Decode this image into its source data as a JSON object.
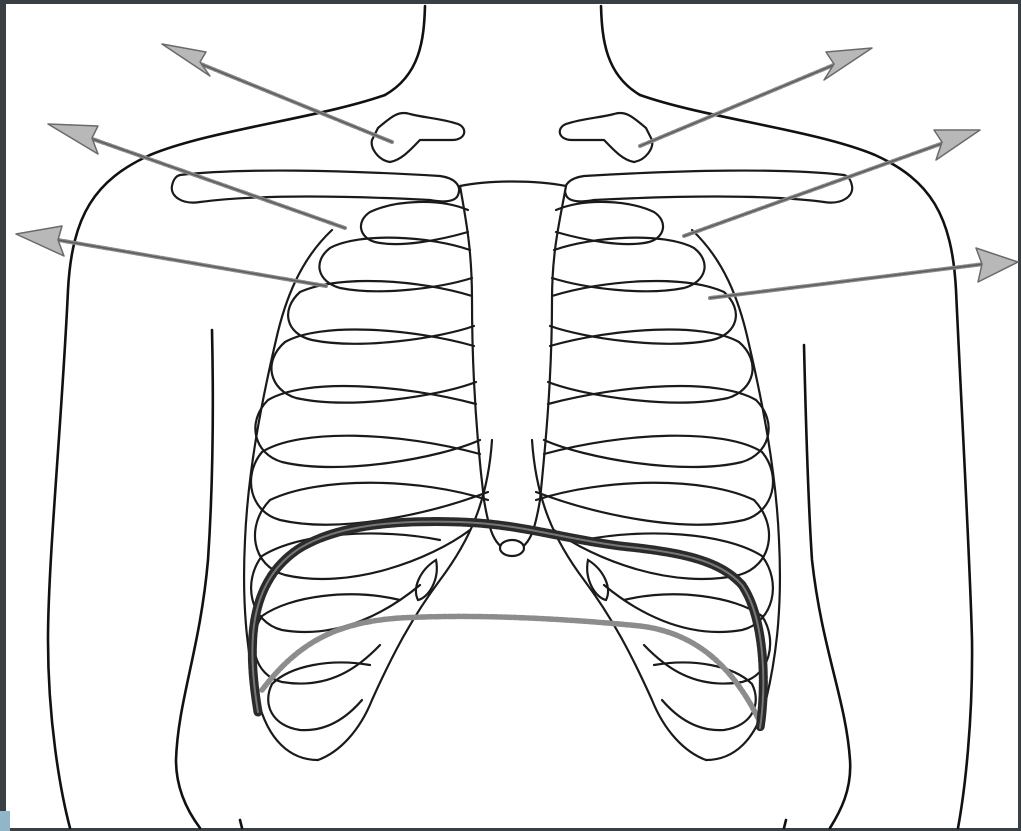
{
  "figure": {
    "colors": {
      "background_frame": "#3a3f44",
      "canvas": "#ffffff",
      "line": "#111111",
      "arrow_gray": "#8a8a8a",
      "diaphragm_dark": "#2b2b2b",
      "diaphragm_light": "#8c8c8c"
    },
    "elements": [
      "body-outline",
      "clavicles",
      "sternum",
      "rib-cage",
      "expansion-arrows",
      "diaphragm-contracted",
      "diaphragm-relaxed"
    ],
    "arrows": {
      "left_count": 3,
      "right_count": 3,
      "direction": "outward"
    }
  }
}
